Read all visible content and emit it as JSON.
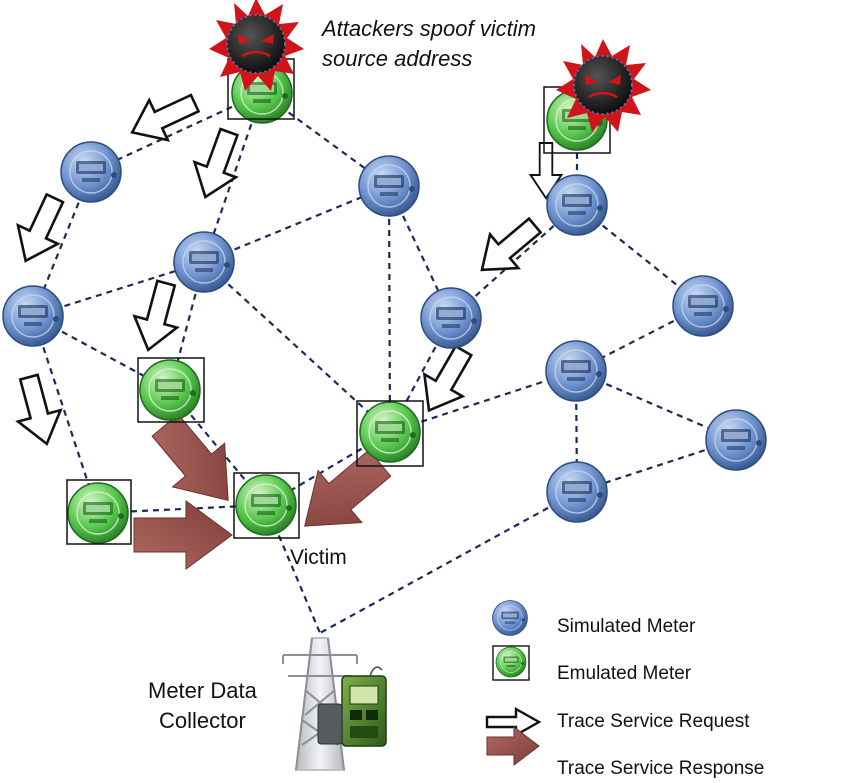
{
  "annotation": {
    "attack_line1": "Attackers spoof  victim",
    "attack_line2": "source address"
  },
  "victim_label": "Victim",
  "collector": {
    "line1": "Meter Data",
    "line2": "Collector"
  },
  "legend": {
    "simulated": "Simulated Meter",
    "emulated": "Emulated Meter",
    "request": "Trace Service Request",
    "response": "Trace Service Response"
  },
  "colors": {
    "simulated_meter": "#6f93cf",
    "emulated_meter": "#59c94f",
    "response_arrow": "#9b5752",
    "link": "#1c2a5a",
    "attacker": "#1c1c1c",
    "attacker_burst": "#d0141a"
  }
}
